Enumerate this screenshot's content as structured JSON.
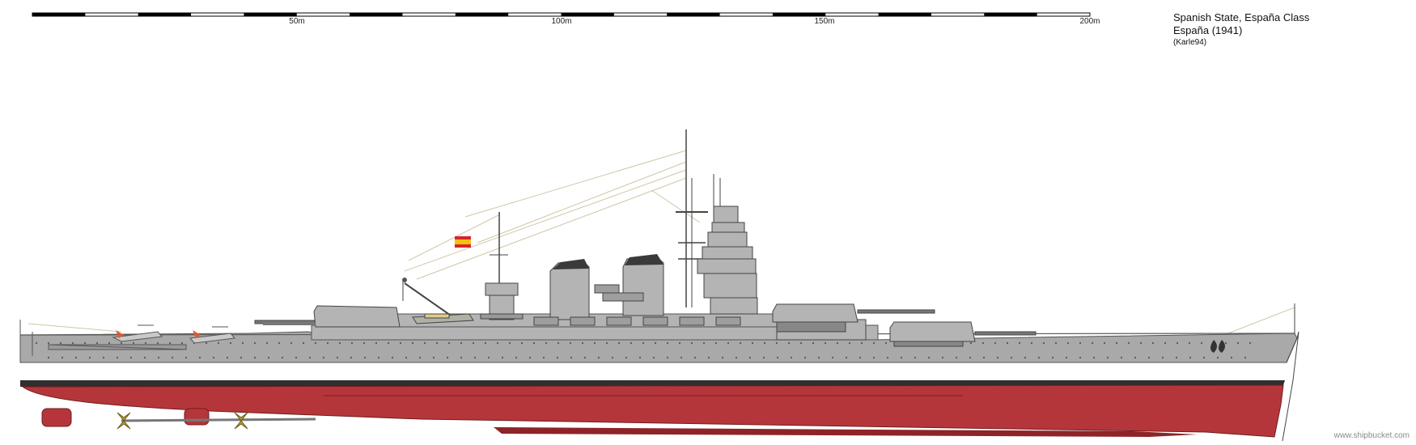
{
  "scale": {
    "labels": [
      "50m",
      "100m",
      "150m",
      "200m"
    ],
    "max_m": 200,
    "segment_m": 10
  },
  "title": {
    "line1": "Spanish State, España Class",
    "line2": "España (1941)",
    "author": "(Karle94)"
  },
  "watermark": "www.shipbucket.com",
  "colors": {
    "hull_grey": "#a9a9a9",
    "superstructure_grey": "#b4b4b4",
    "deck_grey": "#c4c4c4",
    "boot_top": "#2f2f2f",
    "antifouling_red": "#b5363a",
    "dark_red": "#8e2428",
    "funnel_cap": "#3a3a3a",
    "rigging": "#cfc7a8",
    "propeller": "#b89d2c",
    "flag_red": "#d7262b",
    "flag_yellow": "#f4c20d"
  }
}
